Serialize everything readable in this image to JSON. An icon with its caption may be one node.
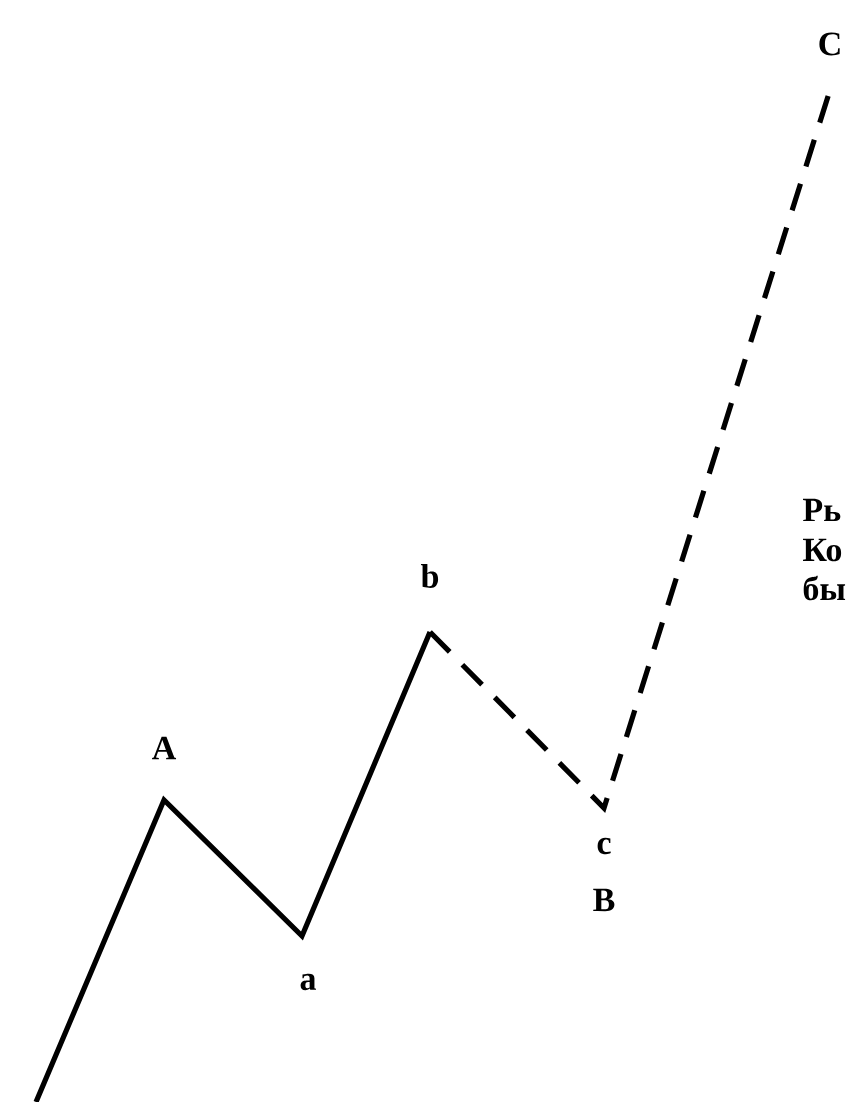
{
  "diagram": {
    "labels": [
      "C",
      "Рь",
      "Ко",
      "бы",
      "b",
      "A",
      "c",
      "B",
      "a"
    ]
  }
}
